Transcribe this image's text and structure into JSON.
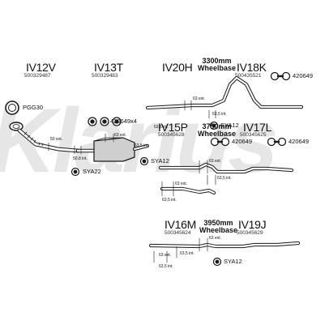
{
  "watermark": {
    "text": "Klarius",
    "color": "#e6e6e6"
  },
  "groups": [
    {
      "code": "IV12V",
      "number": "500329487"
    },
    {
      "code": "IV13T",
      "number": "500329483"
    },
    {
      "code": "IV20H",
      "number": ""
    },
    {
      "code": "IV18K",
      "number": "500435521"
    },
    {
      "code": "IV15P",
      "number": "500345628"
    },
    {
      "code": "IV17L",
      "number": "500345625"
    },
    {
      "code": "IV16M",
      "number": "500345624"
    },
    {
      "code": "IV19J",
      "number": "500345629"
    }
  ],
  "wheelbases": [
    {
      "length": "3300mm",
      "label": "Wheelbase"
    },
    {
      "length": "3750mm",
      "label": "Wheelbase"
    },
    {
      "length": "3950mm",
      "label": "Wheelbase"
    }
  ],
  "parts": {
    "pgg30": "PGG30",
    "clamp_x4": "420649x4",
    "hanger_top": "420649",
    "hanger_mid_1": "420649",
    "hanger_mid_2": "420649",
    "sya22": "SYA22",
    "sya12_a": "SYA12",
    "sya12_b": "SYA12",
    "sya12_c": "SYA12"
  },
  "measurements": {
    "m50_ext": "50 ext.",
    "m63_ext_a": "63 ext.",
    "m63_int_a": "63,5 int.",
    "m50_int": "50,8 int.",
    "m63_ext_b": "63 ext.",
    "m63_int_b": "63,5 int.",
    "m63_ext_c": "63 ext.",
    "m63_int_c": "63,5 int.",
    "m63_ext_d": "63 ext.",
    "m63_int_d": "63,5 int.",
    "m63_ext_e": "63 ext.",
    "m63_int_e": "63,5 int.",
    "m63_ext_f": "63 ext.",
    "m63_int_f": "63,5 int.",
    "m63_ext_g": "63 ext.",
    "m63_int_g": "63,5 int."
  },
  "colors": {
    "line": "#1a1a1a",
    "part_fill": "#cfcfcf",
    "watermark": "#e6e6e6"
  }
}
